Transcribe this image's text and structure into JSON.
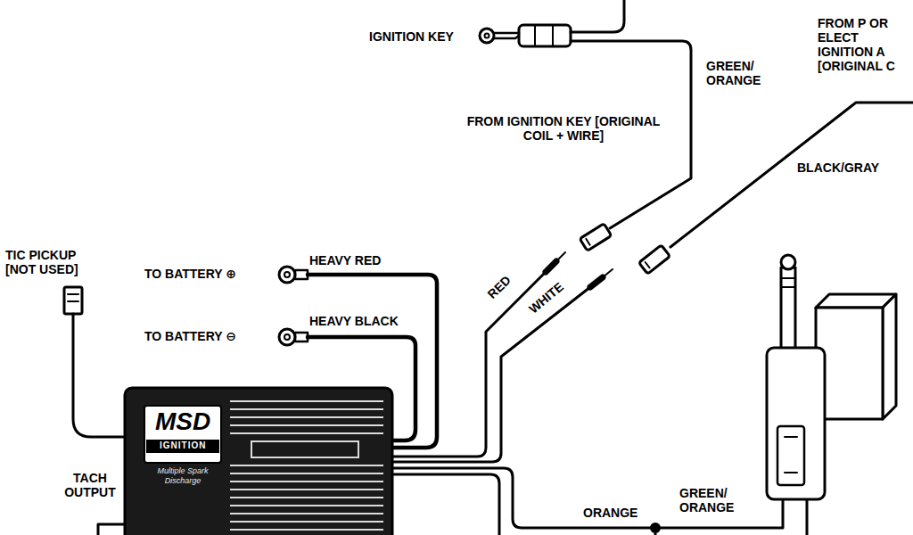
{
  "diagram": {
    "nodes": [
      {
        "text": [
          "MSD",
          "IGNITION",
          "Multiple Spark Discharge"
        ]
      }
    ],
    "labels": [
      "IGNITION KEY",
      "GREEN/ ORANGE",
      "FROM IGNITION KEY [ORIGINAL COIL + WIRE]",
      "FROM P OR ELECT IGNITION A [ORIGINAL C",
      "BLACK/GRAY",
      "TIC PICKUP [NOT USED]",
      "TO BATTERY ⊕",
      "HEAVY RED",
      "TO BATTERY ⊖",
      "HEAVY BLACK",
      "RED",
      "WHITE",
      "TACH OUTPUT",
      "ORANGE",
      "GREEN/ ORANGE"
    ]
  }
}
